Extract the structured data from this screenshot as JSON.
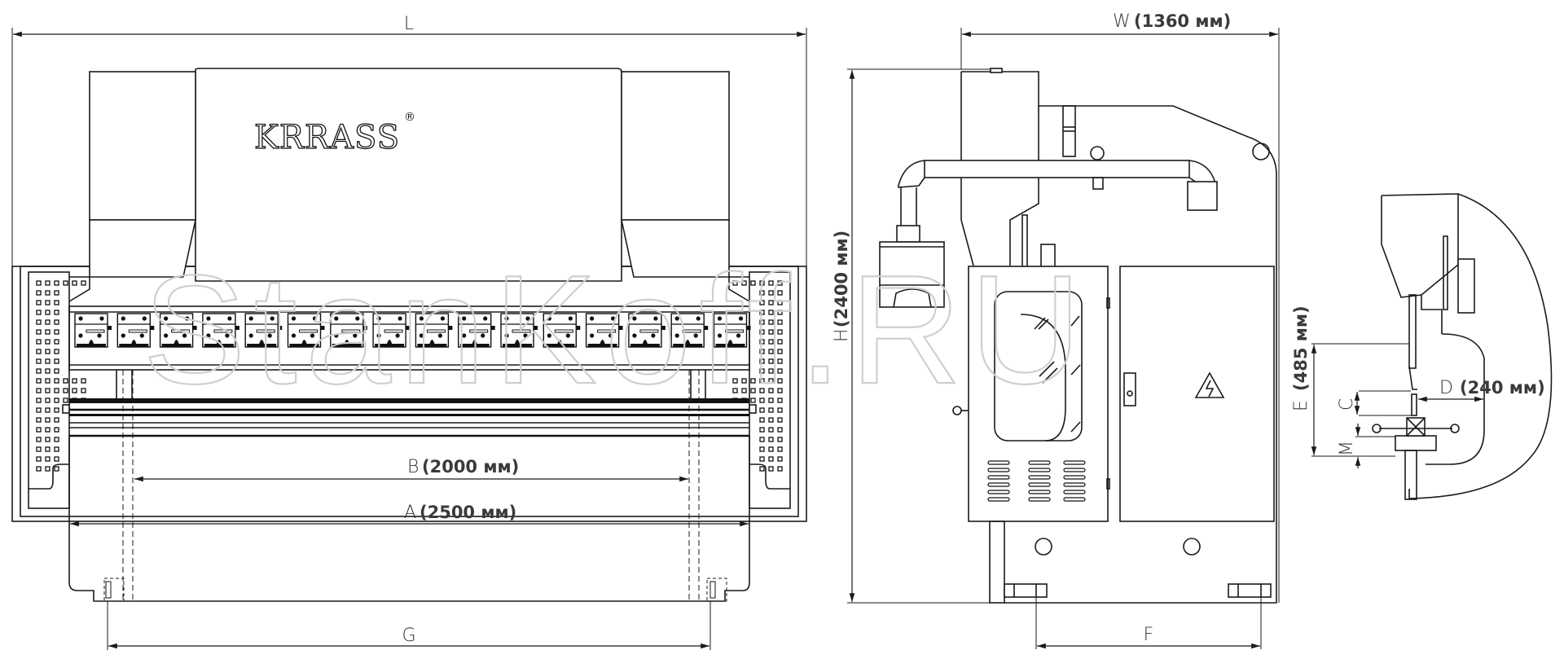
{
  "drawing": {
    "title": "Press brake general dimensions drawing",
    "brand": "KRRASS",
    "brand_mark": "®",
    "watermark": "StanKoff.RU"
  },
  "front_view": {
    "dims": {
      "L": {
        "letter": "L",
        "value": ""
      },
      "B": {
        "letter": "B",
        "value": "(2000 мм)"
      },
      "A": {
        "letter": "A",
        "value": "(2500 мм)"
      },
      "G": {
        "letter": "G",
        "value": ""
      }
    },
    "clamp_count": 16
  },
  "side_view": {
    "dims": {
      "W": {
        "letter": "W",
        "value": "(1360 мм)"
      },
      "H": {
        "letter": "H",
        "value": "(2400 мм)"
      },
      "F": {
        "letter": "F",
        "value": ""
      }
    },
    "warning_icon": "high-voltage-icon"
  },
  "detail_view": {
    "dims": {
      "E": {
        "letter": "E",
        "value": "(485 мм)"
      },
      "D": {
        "letter": "D",
        "value": "(240 мм)"
      },
      "C": {
        "letter": "C",
        "value": ""
      },
      "M": {
        "letter": "M",
        "value": ""
      }
    }
  }
}
